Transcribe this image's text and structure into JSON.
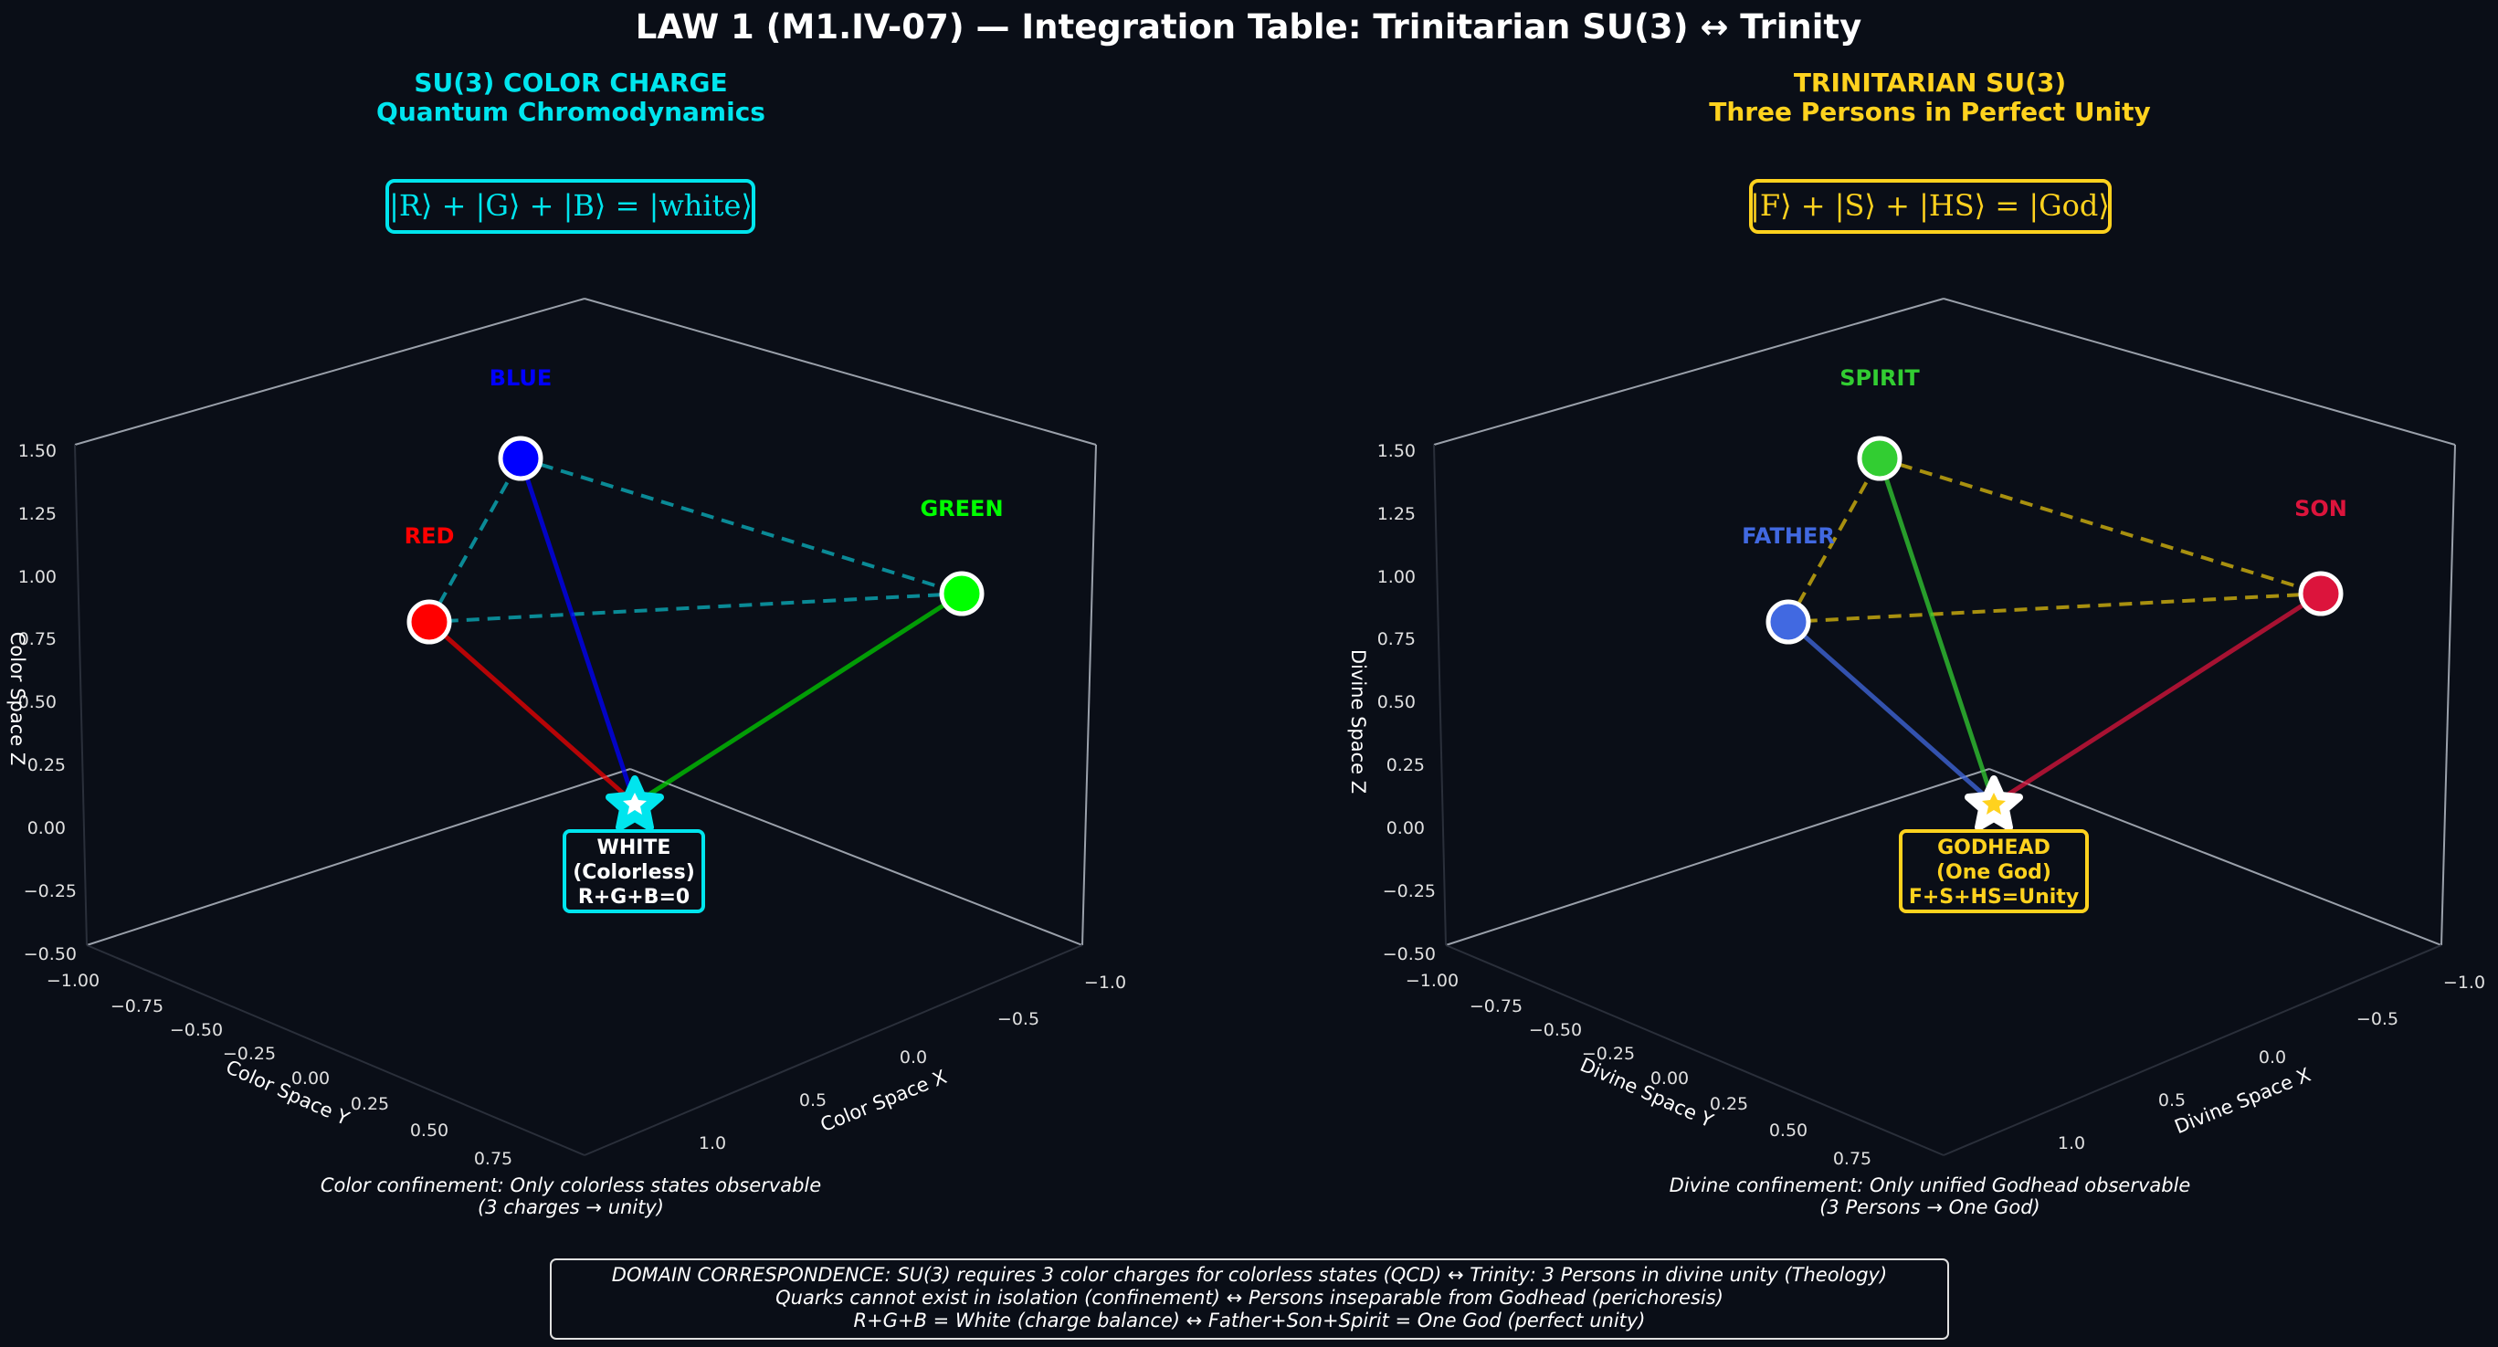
{
  "title": "LAW 1 (M1.IV-07) — Integration Table: Trinitarian SU(3) ↔ Trinity",
  "colors": {
    "background": "#0a0e17",
    "cyan": "#00e5ee",
    "gold": "#ffd21e",
    "red": "#ff0000",
    "green": "#00ff00",
    "blue": "#0000ff",
    "father": "#4169e1",
    "spirit": "#32cd32",
    "son": "#dc143c"
  },
  "left_panel": {
    "title_line1": "SU(3) COLOR CHARGE",
    "title_line2": "Quantum Chromodynamics",
    "equation": "|R⟩ + |G⟩ + |B⟩ = |white⟩",
    "nodes": {
      "blue": "BLUE",
      "red": "RED",
      "green": "GREEN"
    },
    "center_box": [
      "WHITE",
      "(Colorless)",
      "R+G+B=0"
    ],
    "z_ticks": [
      "1.50",
      "1.25",
      "1.00",
      "0.75",
      "0.50",
      "0.25",
      "0.00",
      "−0.25",
      "−0.50"
    ],
    "y_ticks": [
      "−1.00",
      "−0.75",
      "−0.50",
      "−0.25",
      "0.00",
      "0.25",
      "0.50",
      "0.75"
    ],
    "x_ticks": [
      "−1.0",
      "−0.5",
      "0.0",
      "0.5",
      "1.0"
    ],
    "x_label": "Color Space X",
    "y_label": "Color Space Y",
    "z_label": "Color Space Z",
    "caption_line1": "Color confinement: Only colorless states observable",
    "caption_line2": "(3 charges → unity)"
  },
  "right_panel": {
    "title_line1": "TRINITARIAN SU(3)",
    "title_line2": "Three Persons in Perfect Unity",
    "equation": "|F⟩ + |S⟩ + |HS⟩ = |God⟩",
    "nodes": {
      "spirit": "SPIRIT",
      "father": "FATHER",
      "son": "SON"
    },
    "center_box": [
      "GODHEAD",
      "(One God)",
      "F+S+HS=Unity"
    ],
    "z_ticks": [
      "1.50",
      "1.25",
      "1.00",
      "0.75",
      "0.50",
      "0.25",
      "0.00",
      "−0.25",
      "−0.50"
    ],
    "y_ticks": [
      "−1.00",
      "−0.75",
      "−0.50",
      "−0.25",
      "0.00",
      "0.25",
      "0.50",
      "0.75"
    ],
    "x_ticks": [
      "−1.0",
      "−0.5",
      "0.0",
      "0.5",
      "1.0"
    ],
    "x_label": "Divine Space X",
    "y_label": "Divine Space Y",
    "z_label": "Divine Space Z",
    "caption_line1": "Divine confinement: Only unified Godhead observable",
    "caption_line2": "(3 Persons → One God)"
  },
  "footer": {
    "line1": "DOMAIN CORRESPONDENCE: SU(3) requires 3 color charges for colorless states (QCD) ↔ Trinity: 3 Persons in divine unity (Theology)",
    "line2": "Quarks cannot exist in isolation (confinement) ↔ Persons inseparable from Godhead (perichoresis)",
    "line3": "R+G+B = White (charge balance) ↔ Father+Son+Spirit = One God (perfect unity)"
  }
}
